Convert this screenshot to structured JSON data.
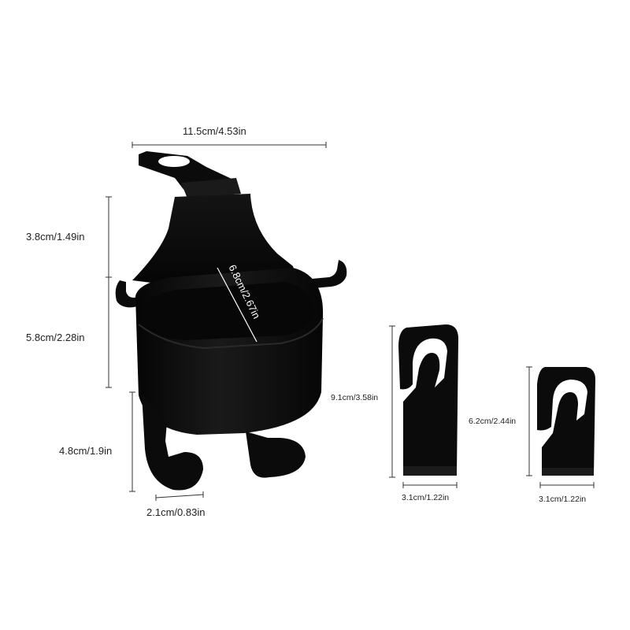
{
  "colors": {
    "product": "#0b0b0b",
    "product_shade": "#1c1c1c",
    "dimension_line": "#333333",
    "label_text": "#222222",
    "background": "#ffffff"
  },
  "dimensions": {
    "holder_width": "11.5cm/4.53in",
    "hook_top_height": "3.8cm/1.49in",
    "cup_height": "5.8cm/2.28in",
    "cup_diameter": "6.8cm/2.67in",
    "lower_hook_height": "4.8cm/1.9in",
    "lower_hook_width": "2.1cm/0.83in",
    "large_hook_height": "9.1cm/3.58in",
    "large_hook_width": "3.1cm/1.22in",
    "small_hook_height": "6.2cm/2.44in",
    "small_hook_width": "3.1cm/1.22in"
  }
}
